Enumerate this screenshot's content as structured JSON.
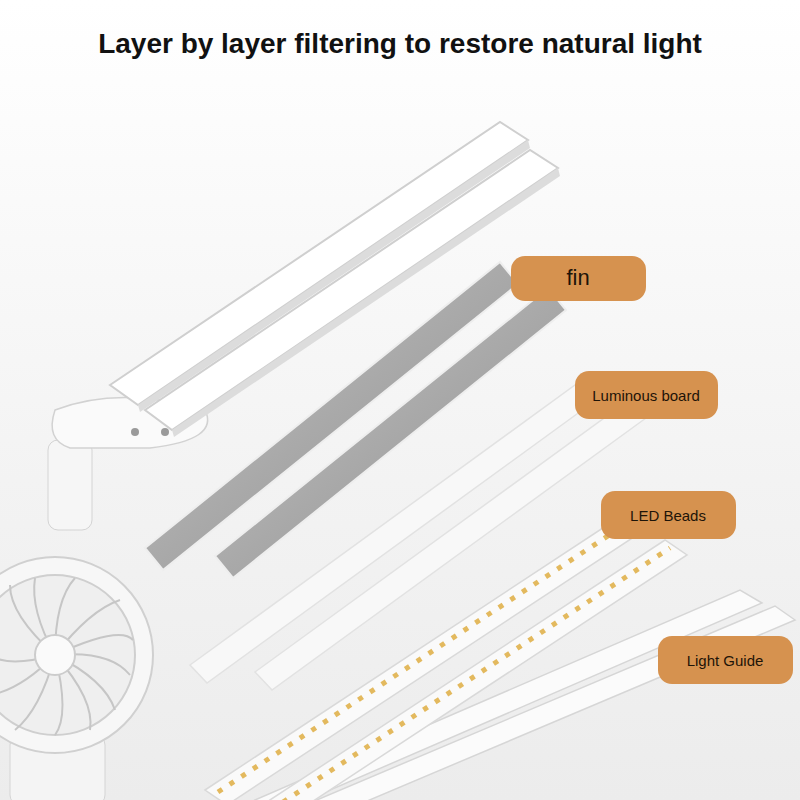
{
  "diagram": {
    "title": "Layer by layer filtering to restore natural light",
    "nodes": [
      {
        "text": [
          "fin"
        ]
      },
      {
        "text": [
          "Luminous board"
        ]
      },
      {
        "text": [
          "LED Beads"
        ]
      },
      {
        "text": [
          "Light Guide"
        ]
      }
    ]
  }
}
